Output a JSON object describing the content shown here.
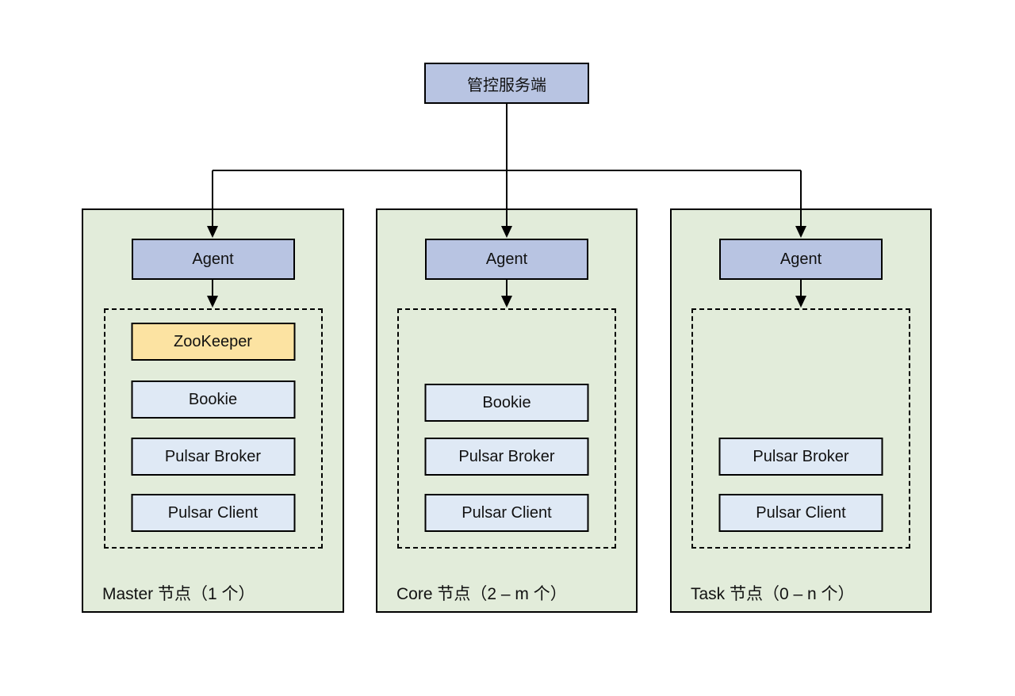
{
  "diagram": {
    "root": {
      "label": "管控服务端"
    },
    "panels": [
      {
        "id": "master",
        "agent_label": "Agent",
        "caption": "Master 节点（1 个）",
        "components": [
          {
            "label": "ZooKeeper",
            "highlight": true
          },
          {
            "label": "Bookie",
            "highlight": false
          },
          {
            "label": "Pulsar Broker",
            "highlight": false
          },
          {
            "label": "Pulsar Client",
            "highlight": false
          }
        ]
      },
      {
        "id": "core",
        "agent_label": "Agent",
        "caption": "Core 节点（2 – m 个）",
        "components": [
          {
            "label": "Bookie",
            "highlight": false
          },
          {
            "label": "Pulsar Broker",
            "highlight": false
          },
          {
            "label": "Pulsar Client",
            "highlight": false
          }
        ]
      },
      {
        "id": "task",
        "agent_label": "Agent",
        "caption": "Task 节点（0 – n 个）",
        "components": [
          {
            "label": "Pulsar Broker",
            "highlight": false
          },
          {
            "label": "Pulsar Client",
            "highlight": false
          }
        ]
      }
    ],
    "colors": {
      "panel_bg": "#e2ecda",
      "agent_bg": "#b8c4e2",
      "component_bg": "#dfe9f5",
      "zookeeper_bg": "#fce3a2",
      "line": "#000000"
    }
  }
}
